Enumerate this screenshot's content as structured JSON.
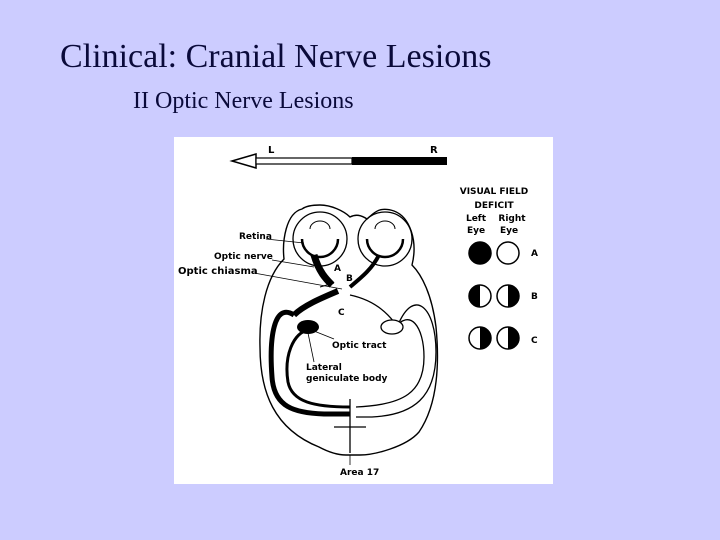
{
  "slide": {
    "title": "Clinical:  Cranial Nerve Lesions",
    "subtitle": "II Optic Nerve Lesions"
  },
  "diagram": {
    "arrow_left": "L",
    "arrow_right": "R",
    "vf_heading_1": "VISUAL FIELD",
    "vf_heading_2": "DEFICIT",
    "col_left_1": "Left",
    "col_left_2": "Eye",
    "col_right_1": "Right",
    "col_right_2": "Eye",
    "labels": {
      "retina": "Retina",
      "optic_nerve": "Optic nerve",
      "optic_chiasma": "Optic chiasma",
      "optic_tract": "Optic tract",
      "lgb_1": "Lateral",
      "lgb_2": "geniculate body",
      "area17": "Area 17"
    },
    "lesions": [
      {
        "id": "A",
        "left_eye": "full-black",
        "right_eye": "clear"
      },
      {
        "id": "B",
        "left_eye": "temporal-half-black",
        "right_eye": "temporal-half-black"
      },
      {
        "id": "C",
        "left_eye": "nasal-half-black",
        "right_eye": "temporal-half-black"
      }
    ]
  }
}
